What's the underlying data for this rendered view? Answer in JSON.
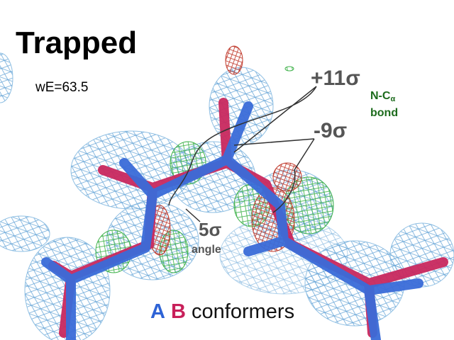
{
  "title": "Trapped",
  "energy_label": "wE=63.5",
  "annotations": {
    "plus_sigma": "+11σ",
    "minus_sigma": "-9σ",
    "bond_label_main": "N-C",
    "bond_label_sub": "α",
    "bond_label_second": "bond",
    "angle_sigma": "5σ",
    "angle_label": "angle"
  },
  "legend": {
    "a": "A",
    "b": "B",
    "suffix": "conformers"
  },
  "colors": {
    "conformer_a": "#3a6bd8",
    "conformer_b": "#c8285e",
    "mesh_blue": "#6aa7d8",
    "mesh_green": "#3fb24a",
    "mesh_red": "#c0392b",
    "annotation_gray": "#555555",
    "bond_green": "#1d6b1d"
  }
}
